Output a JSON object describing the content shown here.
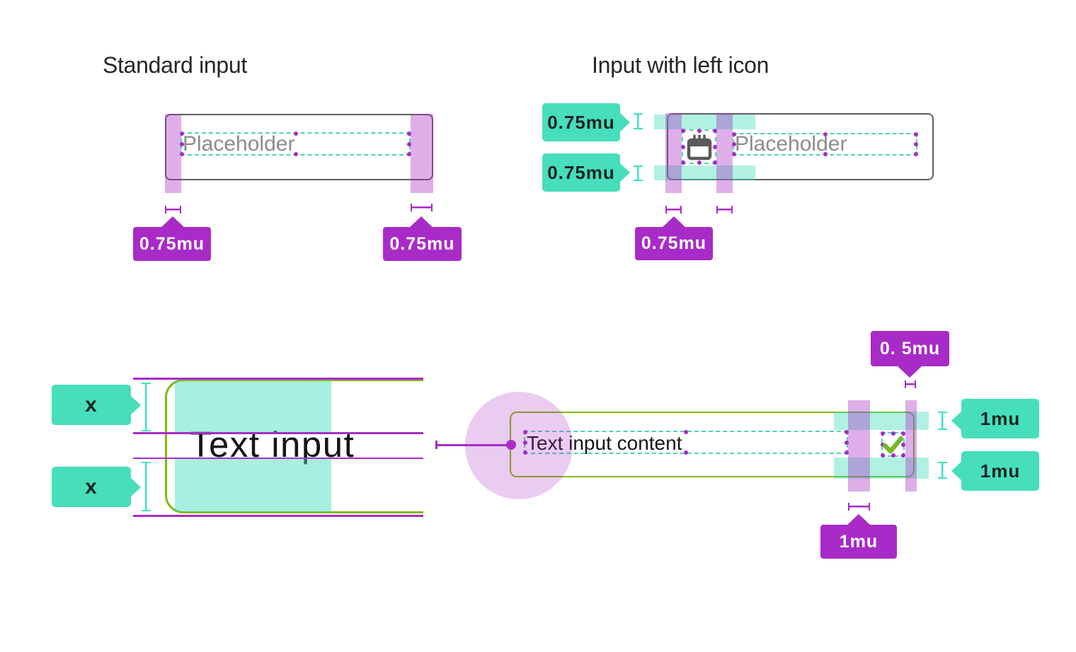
{
  "standard_input": {
    "title": "Standard input",
    "placeholder": "Placeholder",
    "badge_pad_left": "0.75mu",
    "badge_pad_right": "0.75mu"
  },
  "icon_input": {
    "title": "Input with left icon",
    "placeholder": "Placeholder",
    "badge_pad_top": "0.75mu",
    "badge_pad_bottom": "0.75mu",
    "badge_icon_gap": "0.75mu",
    "icon": "calendar-icon"
  },
  "zoom_view": {
    "text": "Text input",
    "badge_pad_top": "x",
    "badge_pad_bottom": "x"
  },
  "content_view": {
    "text": "Text input content",
    "badge_gap_right": "0. 5mu",
    "badge_pad_top": "1mu",
    "badge_pad_bottom": "1mu",
    "badge_icon_gap": "1mu",
    "icon": "checkmark-icon"
  },
  "colors": {
    "accent_purple": "#a82bc7",
    "purple_overlay": "rgba(168,43,198,0.38)",
    "teal_badge": "#47debb",
    "teal_beam": "#3ee3c3",
    "teal_overlay": "rgba(61,219,183,0.40)",
    "teal_dashed": "#4fd2b9",
    "green_border": "#83b712",
    "check_green": "#77b72b",
    "input_border": "#606060",
    "heading_text": "#262626",
    "placeholder_text": "#8c8c8c",
    "content_text": "#161616"
  }
}
